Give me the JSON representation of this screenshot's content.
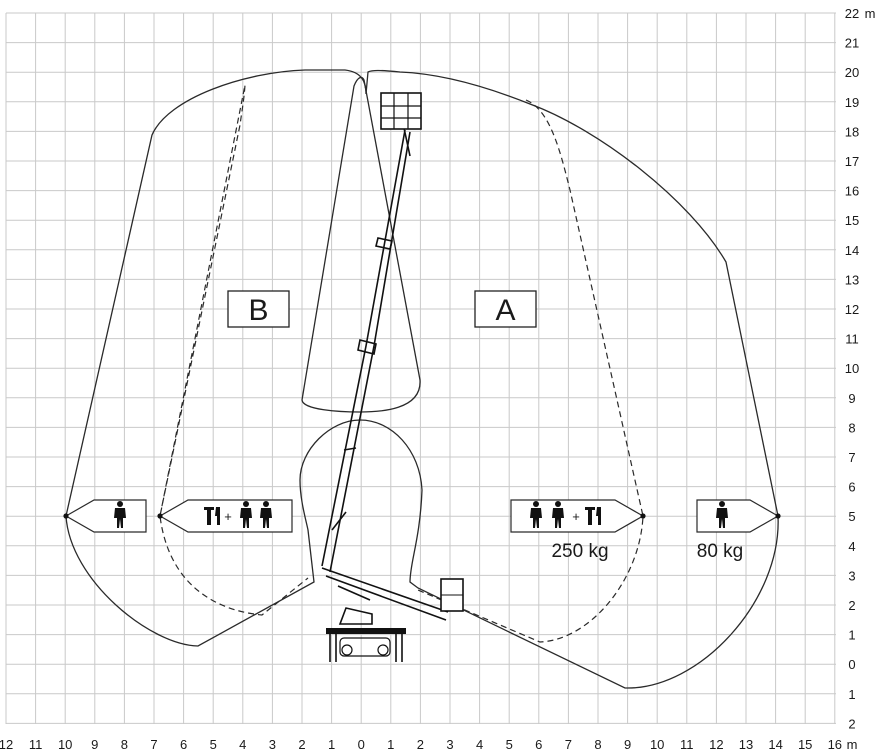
{
  "chart_data": {
    "type": "diagram",
    "x_axis": {
      "unit": "m",
      "ticks": [
        "12",
        "11",
        "10",
        "9",
        "8",
        "7",
        "6",
        "5",
        "4",
        "3",
        "2",
        "1",
        "0",
        "1",
        "2",
        "3",
        "4",
        "5",
        "6",
        "7",
        "8",
        "9",
        "10",
        "11",
        "12",
        "13",
        "14",
        "15",
        "16"
      ],
      "unit_label": "m"
    },
    "y_axis": {
      "unit": "m",
      "ticks": [
        "22",
        "21",
        "20",
        "19",
        "18",
        "17",
        "16",
        "15",
        "14",
        "13",
        "12",
        "11",
        "10",
        "9",
        "8",
        "7",
        "6",
        "5",
        "4",
        "3",
        "2",
        "1",
        "0",
        "1",
        "2"
      ],
      "unit_label": "m"
    },
    "zones": [
      {
        "label": "B"
      },
      {
        "label": "A"
      }
    ],
    "load_markers": [
      {
        "id": "left-outer",
        "persons": 1,
        "tools": false,
        "load": ""
      },
      {
        "id": "left-inner",
        "persons": 2,
        "tools": true,
        "load": ""
      },
      {
        "id": "right-inner",
        "persons": 2,
        "tools": true,
        "load": "250 kg"
      },
      {
        "id": "right-outer",
        "persons": 1,
        "tools": false,
        "load": "80 kg"
      }
    ],
    "colors": {
      "line": "#2a2a2a",
      "grid": "#c9c9c9",
      "background": "#ffffff"
    }
  }
}
